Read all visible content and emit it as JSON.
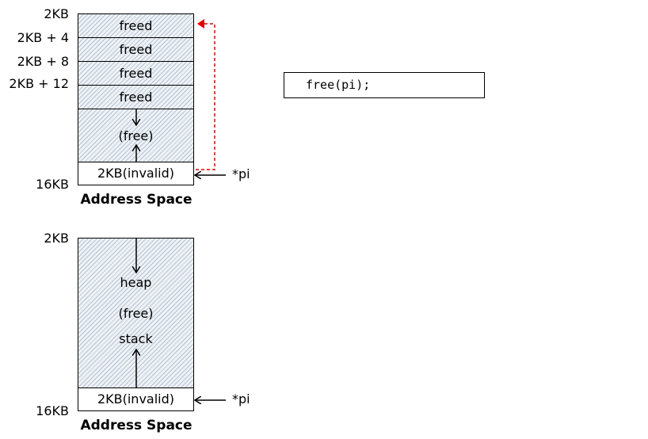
{
  "top": {
    "addr_labels": [
      "2KB",
      "2KB + 4",
      "2KB + 8",
      "2KB + 12"
    ],
    "freed_cells": [
      "freed",
      "freed",
      "freed",
      "freed"
    ],
    "free_label": "(free)",
    "invalid_cell": "2KB(invalid)",
    "bottom_addr": "16KB",
    "pointer_label": "*pi",
    "caption": "Address Space"
  },
  "bottom": {
    "top_addr": "2KB",
    "heap_label": "heap",
    "free_label": "(free)",
    "stack_label": "stack",
    "invalid_cell": "2KB(invalid)",
    "bottom_addr": "16KB",
    "pointer_label": "*pi",
    "caption": "Address Space"
  },
  "code_box": {
    "text": "free(pi);"
  },
  "colors": {
    "dangling_arrow": "#e00000",
    "hatch": "#b7c3d1"
  }
}
